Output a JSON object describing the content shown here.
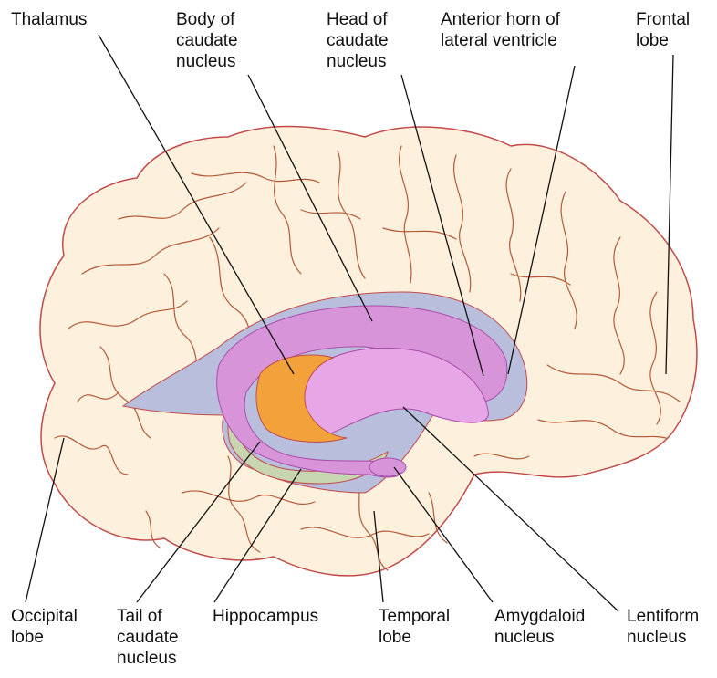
{
  "colors": {
    "brain_fill": "#fdf0dc",
    "brain_outline": "#c24a4a",
    "sulci": "#b35a3a",
    "ventricle": "#b9bedc",
    "caudate": "#d894d8",
    "lentiform": "#e7a6e6",
    "thalamus": "#f2a13b",
    "hippocampus": "#c7d6b0",
    "leader_line": "#111111"
  },
  "labels": {
    "thalamus": "Thalamus",
    "body_caudate": "Body of\ncaudate\nnucleus",
    "head_caudate": "Head of\ncaudate\nnucleus",
    "anterior_horn": "Anterior horn of\nlateral ventricle",
    "frontal_lobe": "Frontal\nlobe",
    "occipital_lobe": "Occipital\nlobe",
    "tail_caudate": "Tail of\ncaudate\nnucleus",
    "hippocampus": "Hippocampus",
    "temporal_lobe": "Temporal\nlobe",
    "amygdaloid": "Amygdaloid\nnucleus",
    "lentiform": "Lentiform\nnucleus"
  }
}
